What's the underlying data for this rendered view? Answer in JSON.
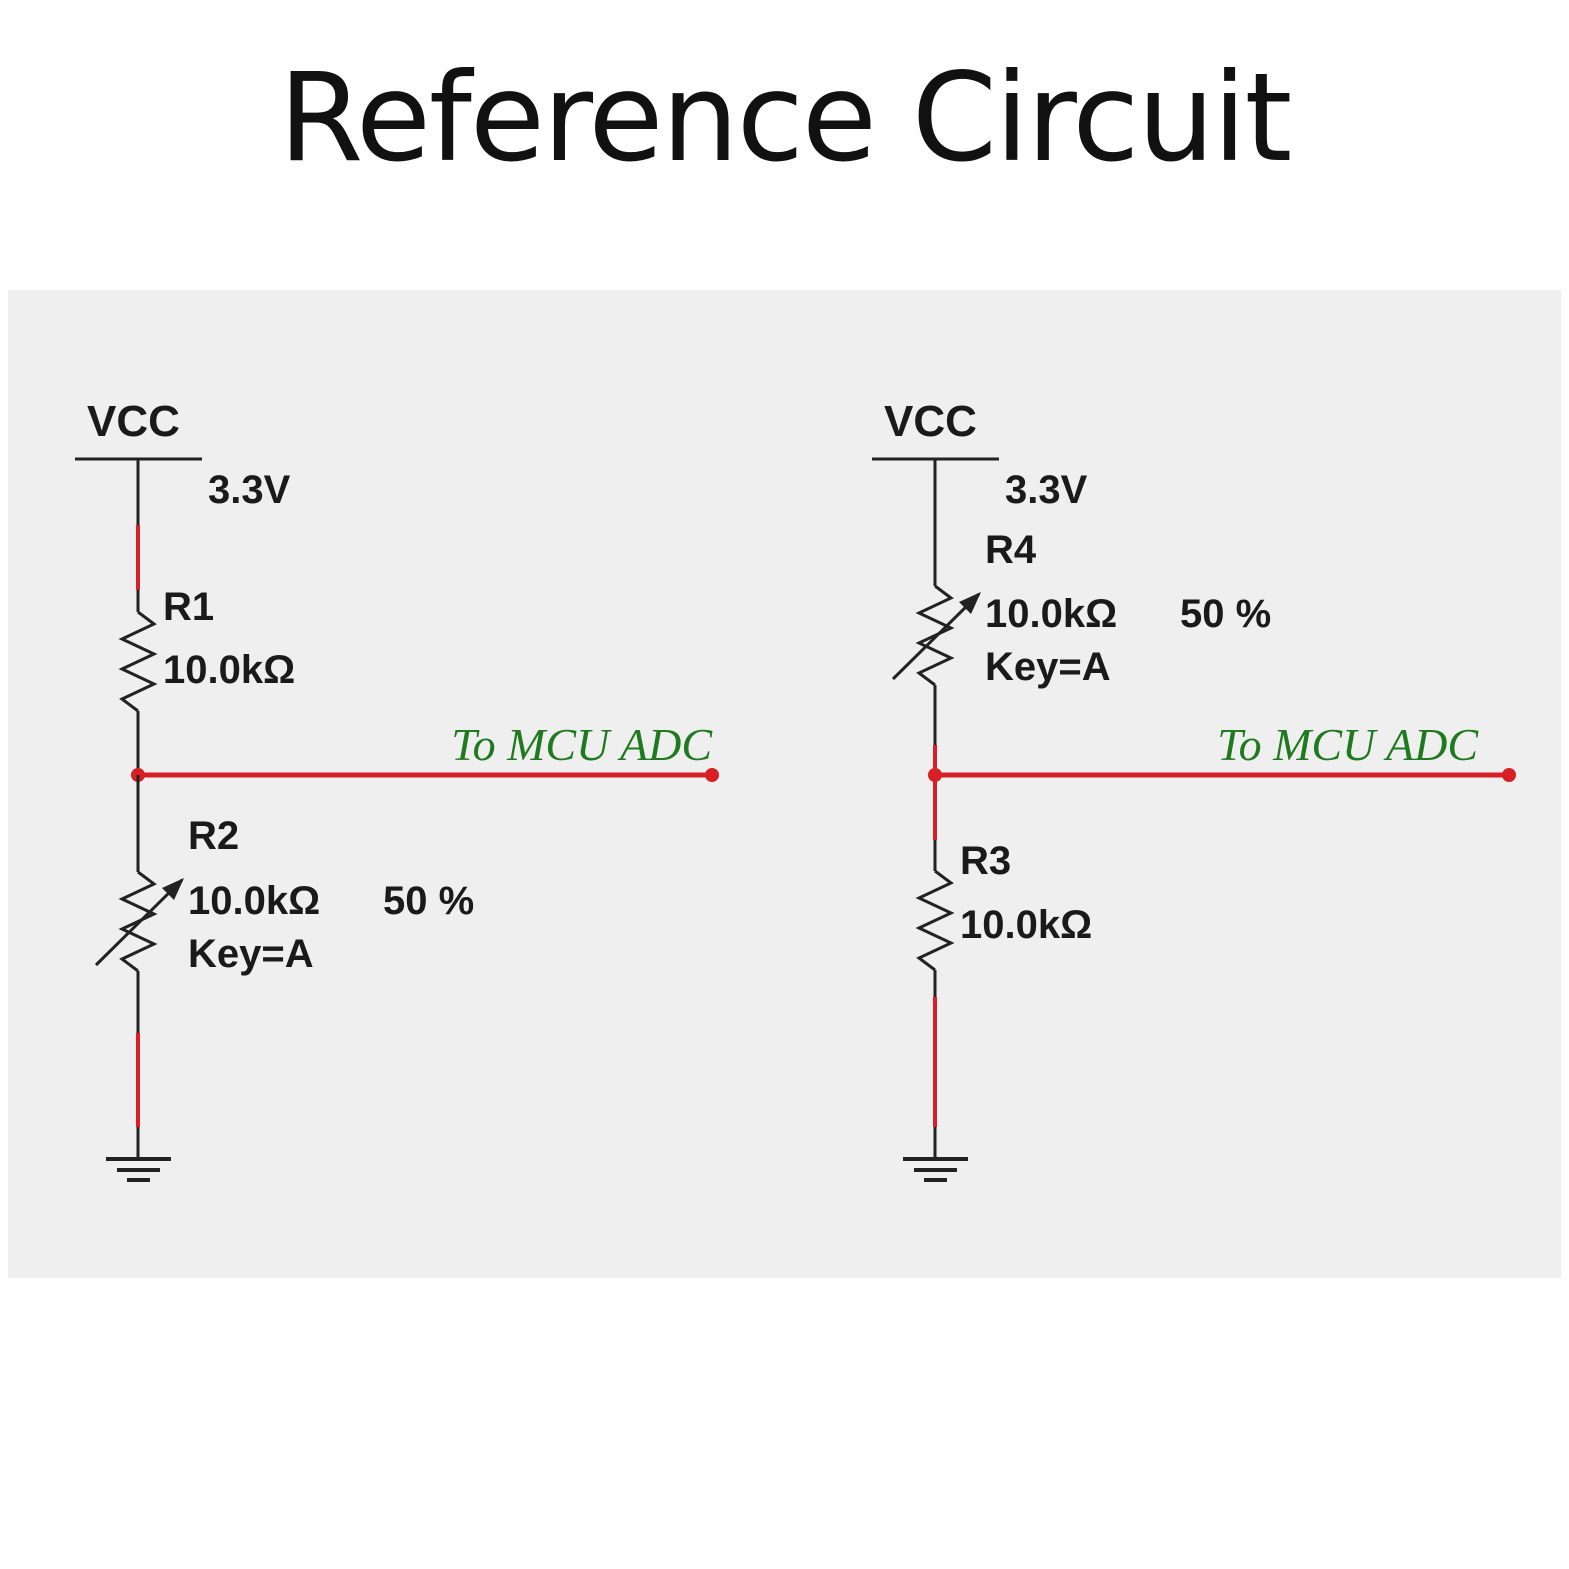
{
  "title": "Reference Circuit",
  "colors": {
    "panel_bg": "#efefef",
    "wire": "#222222",
    "active_wire": "#d81f26",
    "net_label": "#1f7a1f"
  },
  "circuits": [
    {
      "supply": {
        "label": "VCC",
        "voltage": "3.3V"
      },
      "top_resistor": {
        "ref": "R1",
        "value": "10.0kΩ"
      },
      "bottom_resistor": {
        "ref": "R2",
        "value": "10.0kΩ",
        "setting": "50 %",
        "key": "Key=A",
        "type": "potentiometer"
      },
      "output": "To MCU ADC"
    },
    {
      "supply": {
        "label": "VCC",
        "voltage": "3.3V"
      },
      "top_resistor": {
        "ref": "R4",
        "value": "10.0kΩ",
        "setting": "50 %",
        "key": "Key=A",
        "type": "potentiometer"
      },
      "bottom_resistor": {
        "ref": "R3",
        "value": "10.0kΩ"
      },
      "output": "To MCU ADC"
    }
  ]
}
